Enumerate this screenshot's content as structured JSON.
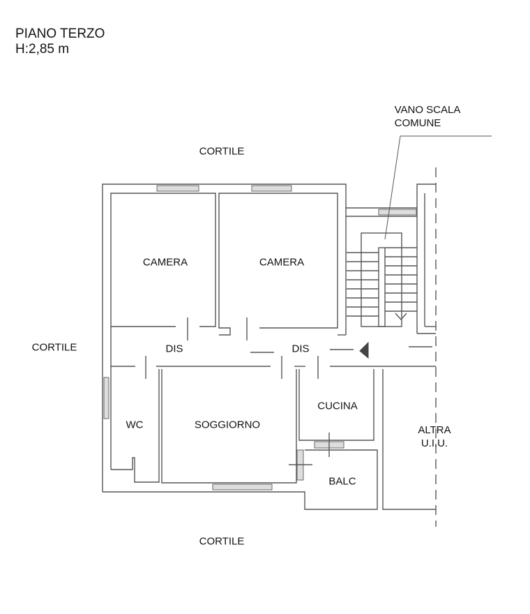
{
  "header": {
    "floor": "PIANO TERZO",
    "height": "H:2,85 m"
  },
  "labels": {
    "stair": [
      "VANO SCALA",
      "COMUNE"
    ],
    "courtyard_top": "CORTILE",
    "courtyard_left": "CORTILE",
    "courtyard_bottom": "CORTILE",
    "camera1": "CAMERA",
    "camera2": "CAMERA",
    "dis1": "DIS",
    "dis2": "DIS",
    "wc": "WC",
    "soggiorno": "SOGGIORNO",
    "cucina": "CUCINA",
    "balc": "BALC",
    "altra": [
      "ALTRA",
      "U.I.U."
    ]
  }
}
